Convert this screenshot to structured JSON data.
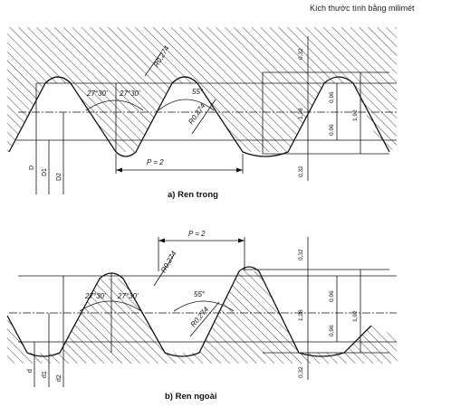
{
  "units_note": "Kích thước tính bằng milimét",
  "figure_a": {
    "caption": "a) Ren trong",
    "pitch_label": "P = 2",
    "radius_top": "R0,274",
    "radius_bottom": "R0,274",
    "angle_left": "27°30'",
    "angle_right": "27°30'",
    "angle_total": "55°",
    "dims": {
      "top": "0,32",
      "h1": "0,96",
      "mid": "1,28",
      "h2": "0,96",
      "total": "1,92",
      "bottom": "0,32"
    },
    "diameters": [
      "D",
      "D1",
      "D2"
    ]
  },
  "figure_b": {
    "caption": "b) Ren ngoài",
    "pitch_label": "P = 2",
    "radius_top": "R0,274",
    "radius_bottom": "R0,274",
    "angle_left": "27°30'",
    "angle_right": "27°30'",
    "angle_total": "55°",
    "dims": {
      "top": "0,32",
      "h1": "0,96",
      "mid": "1,28",
      "h2": "0,96",
      "total": "1,92",
      "bottom": "0,32"
    },
    "diameters": [
      "d",
      "d1",
      "d2"
    ]
  }
}
